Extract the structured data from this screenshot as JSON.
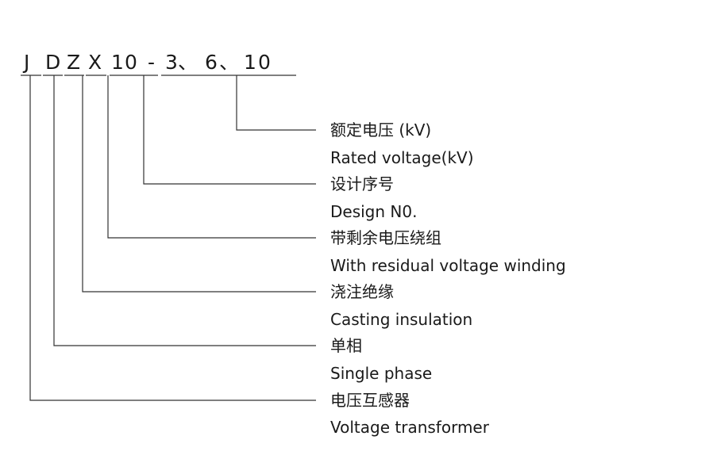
{
  "model_code": {
    "chars": [
      "J",
      "D",
      "Z",
      "X",
      "1",
      "0",
      "-",
      "3",
      "、",
      "6",
      "、",
      "1",
      "0"
    ]
  },
  "legend": [
    {
      "zh": "额定电压 (kV)",
      "en": "Rated voltage(kV)"
    },
    {
      "zh": "设计序号",
      "en": "Design N0."
    },
    {
      "zh": "带剩余电压绕组",
      "en": "With residual voltage winding"
    },
    {
      "zh": "浇注绝缘",
      "en": "Casting insulation"
    },
    {
      "zh": "单相",
      "en": "Single phase"
    },
    {
      "zh": "电压互感器",
      "en": "Voltage transformer"
    }
  ],
  "colors": {
    "line": "#333333",
    "text": "#1a1a1a"
  }
}
